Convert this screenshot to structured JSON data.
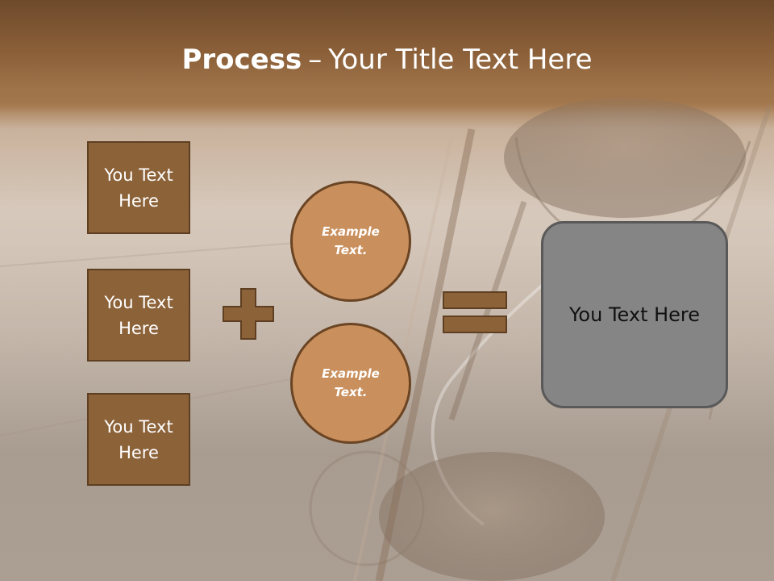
{
  "slide": {
    "title_bold": "Process",
    "title_separator": "–",
    "title_rest": "Your Title Text Here",
    "text_boxes": [
      {
        "label": "You Text Here"
      },
      {
        "label": "You Text Here"
      },
      {
        "label": "You Text Here"
      }
    ],
    "circles": [
      {
        "label": "Example Text."
      },
      {
        "label": "Example Text."
      }
    ],
    "result": {
      "label": "You Text Here"
    },
    "operators": {
      "plus_icon": "plus-icon",
      "equals_icon": "equals-icon"
    },
    "colors": {
      "header_brown": "#7a5533",
      "box_fill": "#8c6239",
      "box_border": "#5e3f22",
      "circle_fill": "#c98f5c",
      "result_fill": "#858585",
      "result_border": "#595959"
    }
  }
}
